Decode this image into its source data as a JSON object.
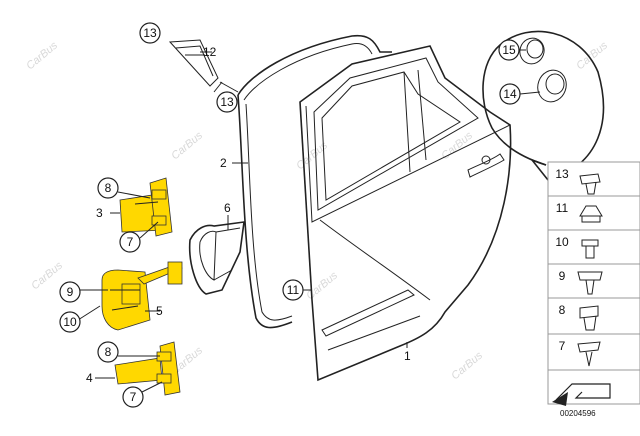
{
  "watermark": "CarBus",
  "reference_number": "00204596",
  "labels": {
    "p1": "1",
    "p2": "2",
    "p3": "3",
    "p4": "4",
    "p5": "5",
    "p6": "6",
    "p7a": "7",
    "p7b": "7",
    "p7c": "7",
    "p8a": "8",
    "p8b": "8",
    "p8c": "8",
    "p9a": "9",
    "p9b": "9",
    "p10a": "10",
    "p10b": "10",
    "p11a": "11",
    "p11b": "11",
    "p12": "12",
    "p13a": "13",
    "p13b": "13",
    "p13c": "13",
    "p14": "14",
    "p15": "15"
  },
  "colors": {
    "highlight": "#ffd800",
    "line": "#222222",
    "panel_border": "#999999"
  }
}
